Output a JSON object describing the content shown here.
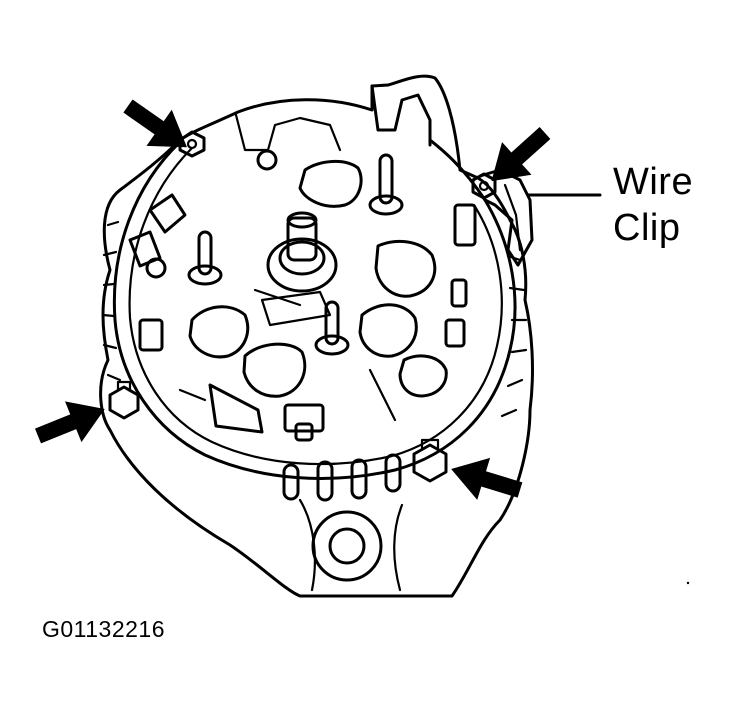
{
  "labels": {
    "callout_line_1": "Wire",
    "callout_line_2": "Clip"
  },
  "figure_id": "G01132216",
  "arrows_count": 4,
  "colors": {
    "ink": "#000000",
    "background": "#ffffff"
  }
}
